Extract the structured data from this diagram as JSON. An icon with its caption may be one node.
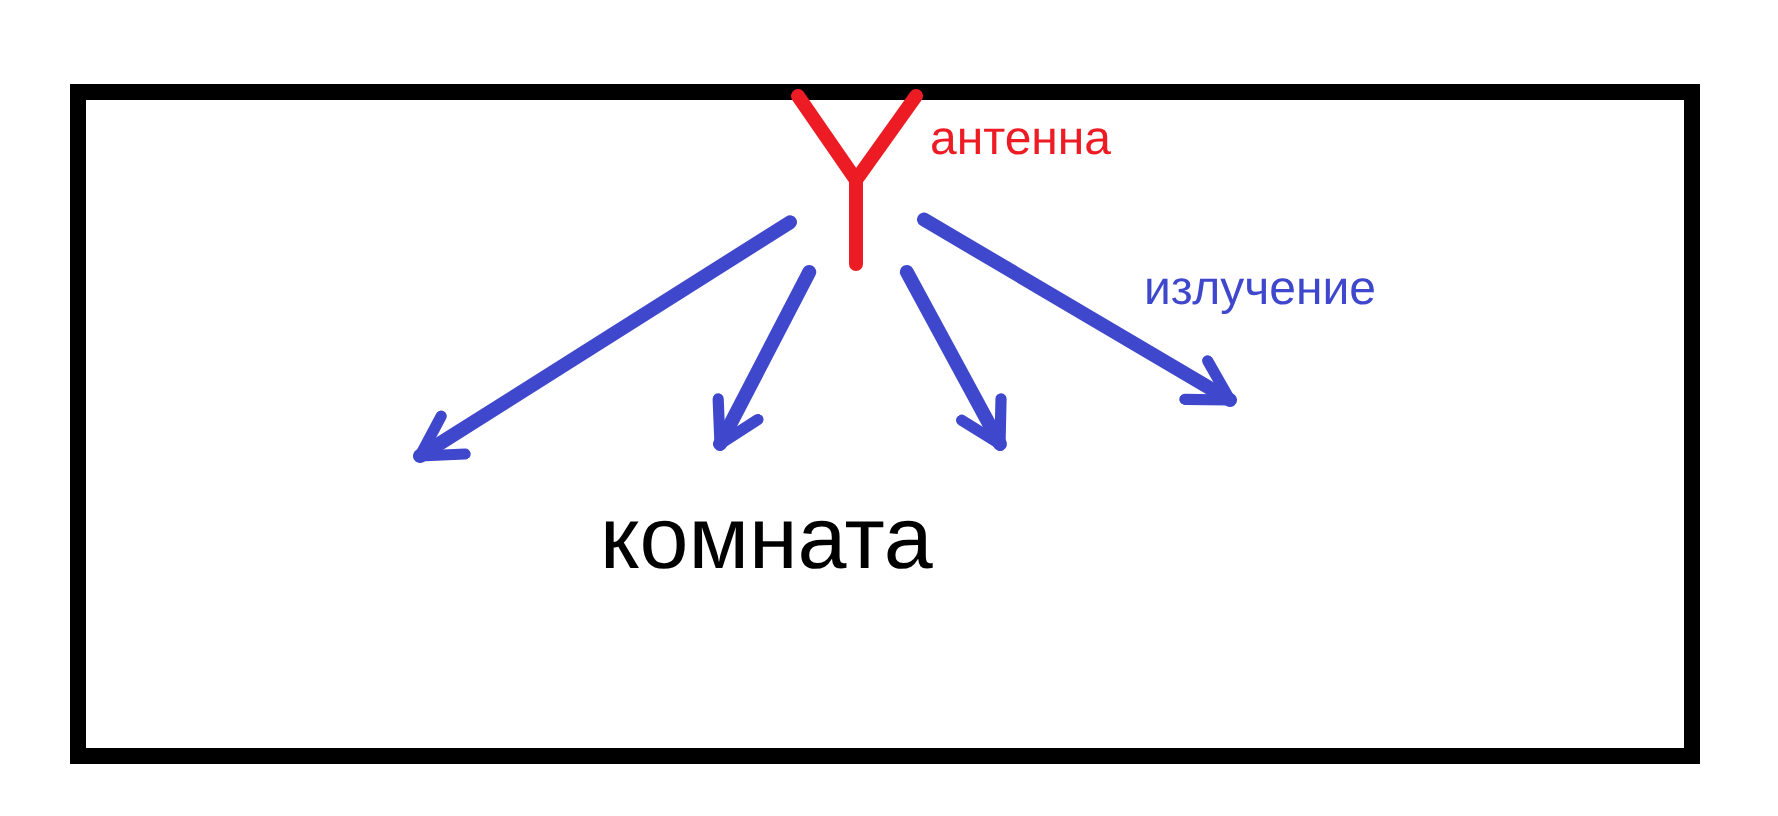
{
  "diagram": {
    "nodes": [
      {
        "text": [
          "комната"
        ]
      },
      {
        "text": [],
        "shape": "antenna",
        "beside": [
          "антенна"
        ],
        "in": 0
      }
    ],
    "edges": [
      {
        "from": 1,
        "to": null,
        "arrow": "to"
      },
      {
        "from": 1,
        "to": null,
        "arrow": "to"
      },
      {
        "from": 1,
        "to": null,
        "arrow": "to"
      },
      {
        "from": 1,
        "to": null,
        "arrow": "to"
      }
    ],
    "labels": [
      "излучение"
    ]
  }
}
